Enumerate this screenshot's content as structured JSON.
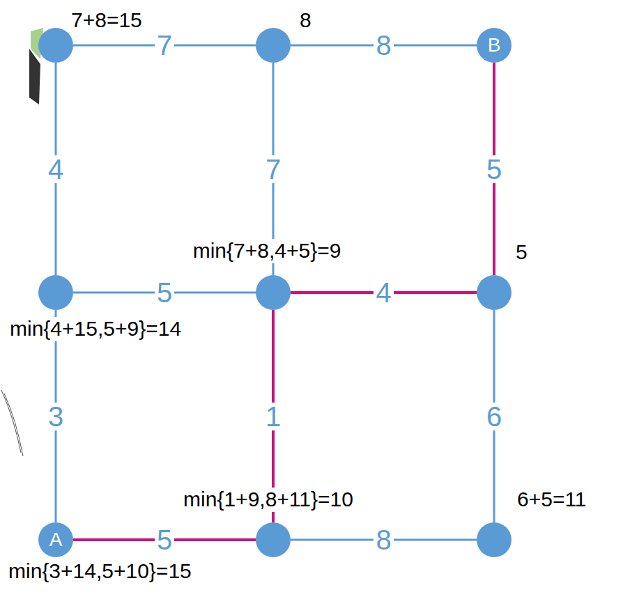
{
  "diagram": {
    "nodes": [
      {
        "text": [
          "7+8=15"
        ]
      },
      {
        "text": [
          "8"
        ]
      },
      {
        "text": [
          "B"
        ]
      },
      {
        "text": [
          "min{4+15,5+9}=14"
        ]
      },
      {
        "text": [
          "min{7+8,4+5}=9"
        ]
      },
      {
        "text": [
          "5"
        ]
      },
      {
        "text": [
          "A",
          "min{3+14,5+10}=15"
        ]
      },
      {
        "text": [
          "min{1+9,8+11}=10"
        ]
      },
      {
        "text": [
          "6+5=11"
        ]
      }
    ],
    "edges": [
      {
        "from": 0,
        "to": 1,
        "arrow": "none",
        "label": "7"
      },
      {
        "from": 1,
        "to": 2,
        "arrow": "none",
        "label": "8"
      },
      {
        "from": 0,
        "to": 3,
        "arrow": "none",
        "label": "4"
      },
      {
        "from": 1,
        "to": 4,
        "arrow": "none",
        "label": "7"
      },
      {
        "from": 2,
        "to": 5,
        "arrow": "none",
        "label": "5"
      },
      {
        "from": 3,
        "to": 4,
        "arrow": "none",
        "label": "5"
      },
      {
        "from": 4,
        "to": 5,
        "arrow": "none",
        "label": "4"
      },
      {
        "from": 3,
        "to": 6,
        "arrow": "none",
        "label": "3"
      },
      {
        "from": 4,
        "to": 7,
        "arrow": "none",
        "label": "1"
      },
      {
        "from": 5,
        "to": 8,
        "arrow": "none",
        "label": "6"
      },
      {
        "from": 6,
        "to": 7,
        "arrow": "none",
        "label": "5"
      },
      {
        "from": 7,
        "to": 8,
        "arrow": "none",
        "label": "8"
      }
    ]
  }
}
